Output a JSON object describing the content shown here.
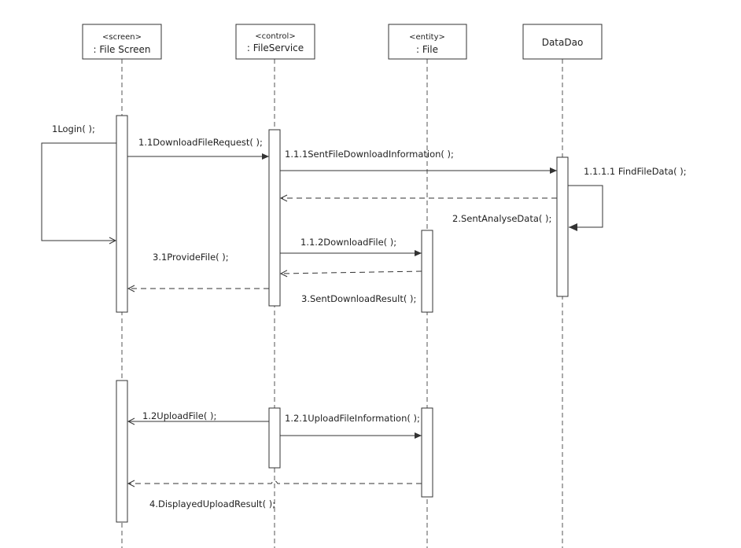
{
  "participants": [
    {
      "id": "screen",
      "stereotype": "<screen>",
      "name": ": File Screen"
    },
    {
      "id": "control",
      "stereotype": "<control>",
      "name": ": FileService"
    },
    {
      "id": "entity",
      "stereotype": "<entity>",
      "name": ": File"
    },
    {
      "id": "dao",
      "stereotype": "",
      "name": "DataDao"
    }
  ],
  "messages": {
    "login": "1Login( );",
    "download_request": "1.1DownloadFileRequest( );",
    "sent_file_download_info": "1.1.1SentFileDownloadInformation( );",
    "find_file_data": "1.1.1.1  FindFileData( );",
    "sent_analyse_data": "2.SentAnalyseData( );",
    "download_file": "1.1.2DownloadFile( );",
    "provide_file": "3.1ProvideFile( );",
    "sent_download_result": "3.SentDownloadResult( );",
    "upload_file": "1.2UploadFile( );",
    "upload_file_info": "1.2.1UploadFileInformation( );",
    "displayed_upload_result": "4.DisplayedUploadResult( );"
  }
}
